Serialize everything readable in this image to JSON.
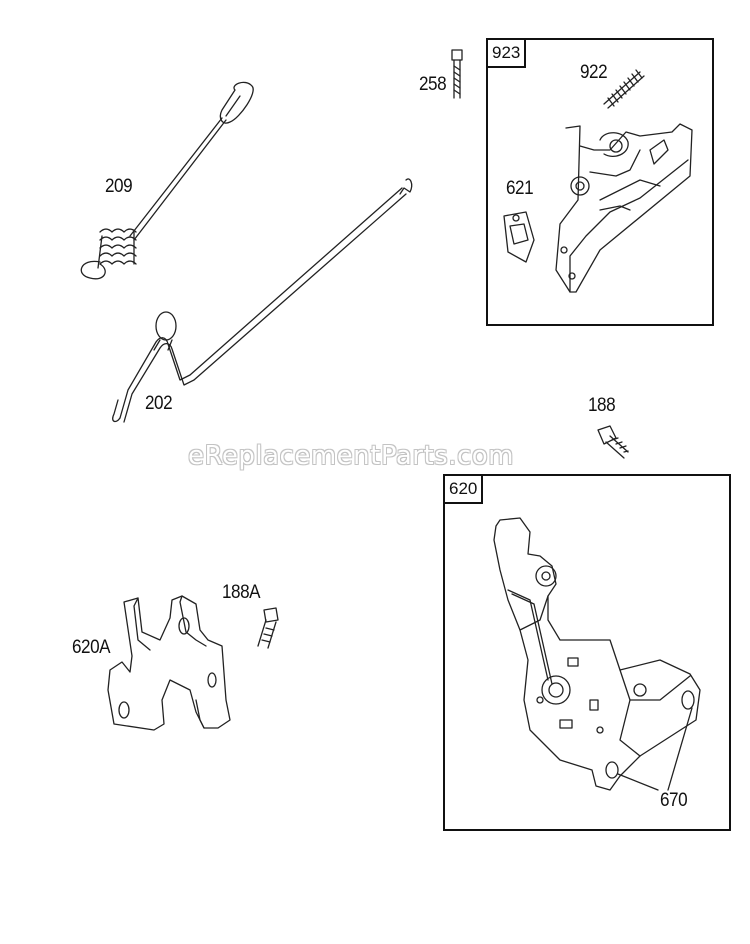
{
  "watermark": "eReplacementParts.com",
  "parts": {
    "p209": "209",
    "p202": "202",
    "p258": "258",
    "p923": "923",
    "p922": "922",
    "p621": "621",
    "p188": "188",
    "p620": "620",
    "p188A": "188A",
    "p620A": "620A",
    "p670": "670"
  }
}
